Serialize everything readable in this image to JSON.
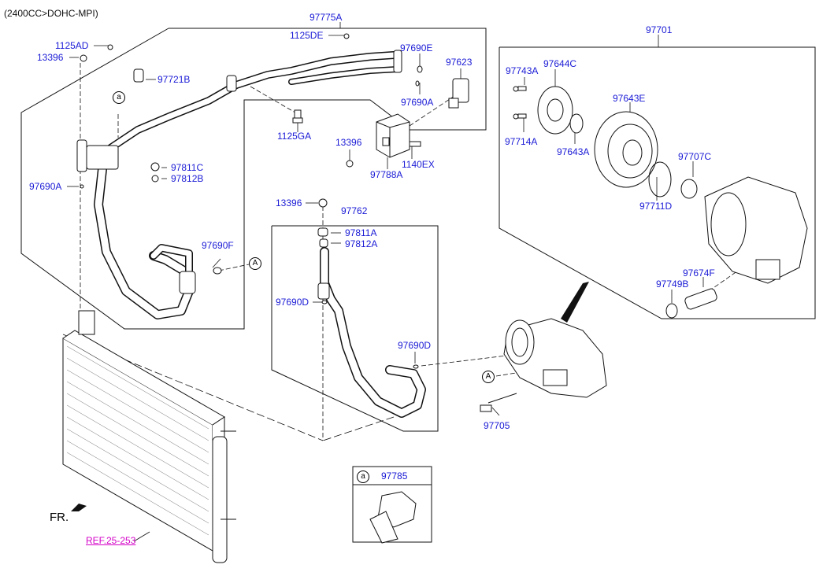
{
  "engine_note": "(2400CC>DOHC-MPI)",
  "labels": {
    "p97775A": "97775A",
    "p1125DE": "1125DE",
    "p1125AD": "1125AD",
    "p13396a": "13396",
    "p97721B": "97721B",
    "p97690E": "97690E",
    "p97623": "97623",
    "p97690Aa": "97690A",
    "p1125GA": "1125GA",
    "p13396b": "13396",
    "p97788A": "97788A",
    "p1140EX": "1140EX",
    "p97811C": "97811C",
    "p97812B": "97812B",
    "p97690Ab": "97690A",
    "p97690F": "97690F",
    "p13396c": "13396",
    "p97762": "97762",
    "p97811A": "97811A",
    "p97812A": "97812A",
    "p97690D1": "97690D",
    "p97690D2": "97690D",
    "p97701": "97701",
    "p97743A": "97743A",
    "p97644C": "97644C",
    "p97643E": "97643E",
    "p97714A": "97714A",
    "p97643A": "97643A",
    "p97707C": "97707C",
    "p97711D": "97711D",
    "p97674F": "97674F",
    "p97749B": "97749B",
    "p97705": "97705",
    "p97785": "97785"
  },
  "callouts": {
    "a1": "a",
    "a2": "a",
    "A1": "A",
    "A2": "A"
  },
  "ref_label": "REF.25-253",
  "front_label": "FR.",
  "colors": {
    "part_number": "#1a1ad6",
    "reference": "#d400c8",
    "lines": "#111111"
  }
}
